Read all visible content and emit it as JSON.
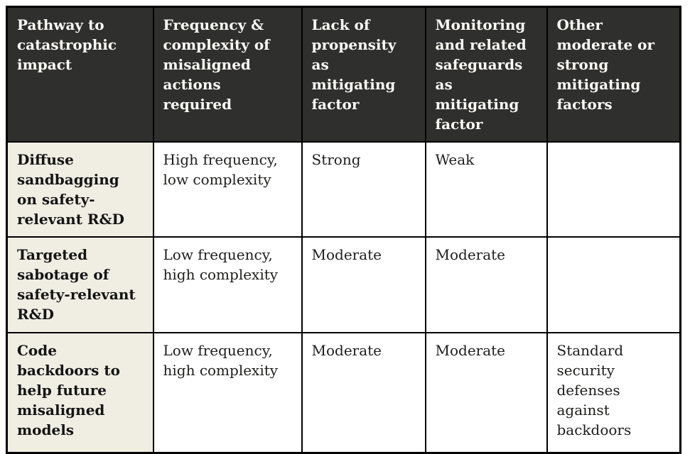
{
  "table": {
    "headers": [
      "Pathway to catastrophic impact",
      "Frequency & complexity of misaligned actions required",
      "Lack of propensity as mitigating factor",
      "Monitoring and related safeguards as mitigating factor",
      "Other moderate or strong mitigating factors"
    ],
    "rows": [
      {
        "pathway": "Diffuse sandbagging on safety-relevant R&D",
        "frequency_complexity": "High frequency, low complexity",
        "propensity": "Strong",
        "monitoring": "Weak",
        "other": ""
      },
      {
        "pathway": "Targeted sabotage of safety-relevant R&D",
        "frequency_complexity": "Low frequency, high complexity",
        "propensity": "Moderate",
        "monitoring": "Moderate",
        "other": ""
      },
      {
        "pathway": "Code backdoors to help future misaligned models",
        "frequency_complexity": "Low frequency, high complexity",
        "propensity": "Moderate",
        "monitoring": "Moderate",
        "other": "Standard security defenses against backdoors"
      }
    ]
  },
  "colors": {
    "header_background": "#2f2f2d",
    "header_text": "#fbfaf5",
    "row_label_background": "#f0ede3",
    "body_background": "#ffffff",
    "border": "#000000",
    "body_text": "#1e1d1c"
  }
}
